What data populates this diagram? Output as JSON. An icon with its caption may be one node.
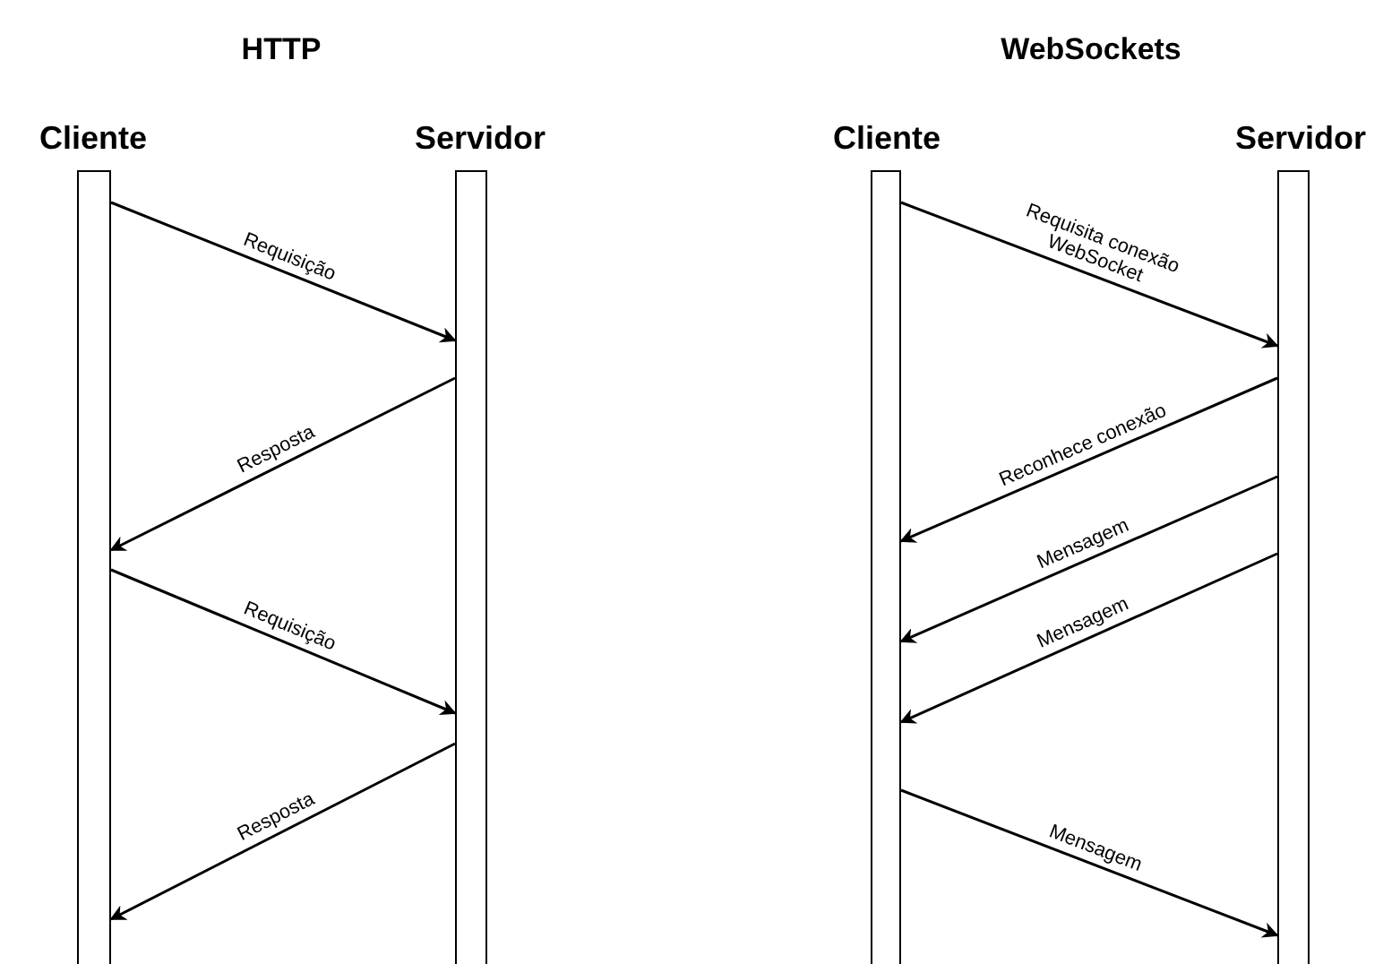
{
  "diagram": {
    "nodes": [
      {
        "text": [
          "Cliente"
        ]
      },
      {
        "text": [
          "Servidor"
        ]
      },
      {
        "text": [
          "Cliente"
        ]
      },
      {
        "text": [
          "Servidor"
        ]
      }
    ],
    "edges": [
      {
        "from": 0,
        "to": 1,
        "arrow": "to",
        "label": "Requisição"
      },
      {
        "from": 1,
        "to": 0,
        "arrow": "to",
        "label": "Resposta"
      },
      {
        "from": 0,
        "to": 1,
        "arrow": "to",
        "label": "Requisição"
      },
      {
        "from": 1,
        "to": 0,
        "arrow": "to",
        "label": "Resposta"
      },
      {
        "from": 2,
        "to": 3,
        "arrow": "to",
        "label": "Requisita conexão WebSocket"
      },
      {
        "from": 3,
        "to": 2,
        "arrow": "to",
        "label": "Reconhece conexão"
      },
      {
        "from": 3,
        "to": 2,
        "arrow": "to",
        "label": "Mensagem"
      },
      {
        "from": 3,
        "to": 2,
        "arrow": "to",
        "label": "Mensagem"
      },
      {
        "from": 2,
        "to": 3,
        "arrow": "to",
        "label": "Mensagem"
      }
    ],
    "labels": [
      "HTTP",
      "WebSockets"
    ]
  }
}
